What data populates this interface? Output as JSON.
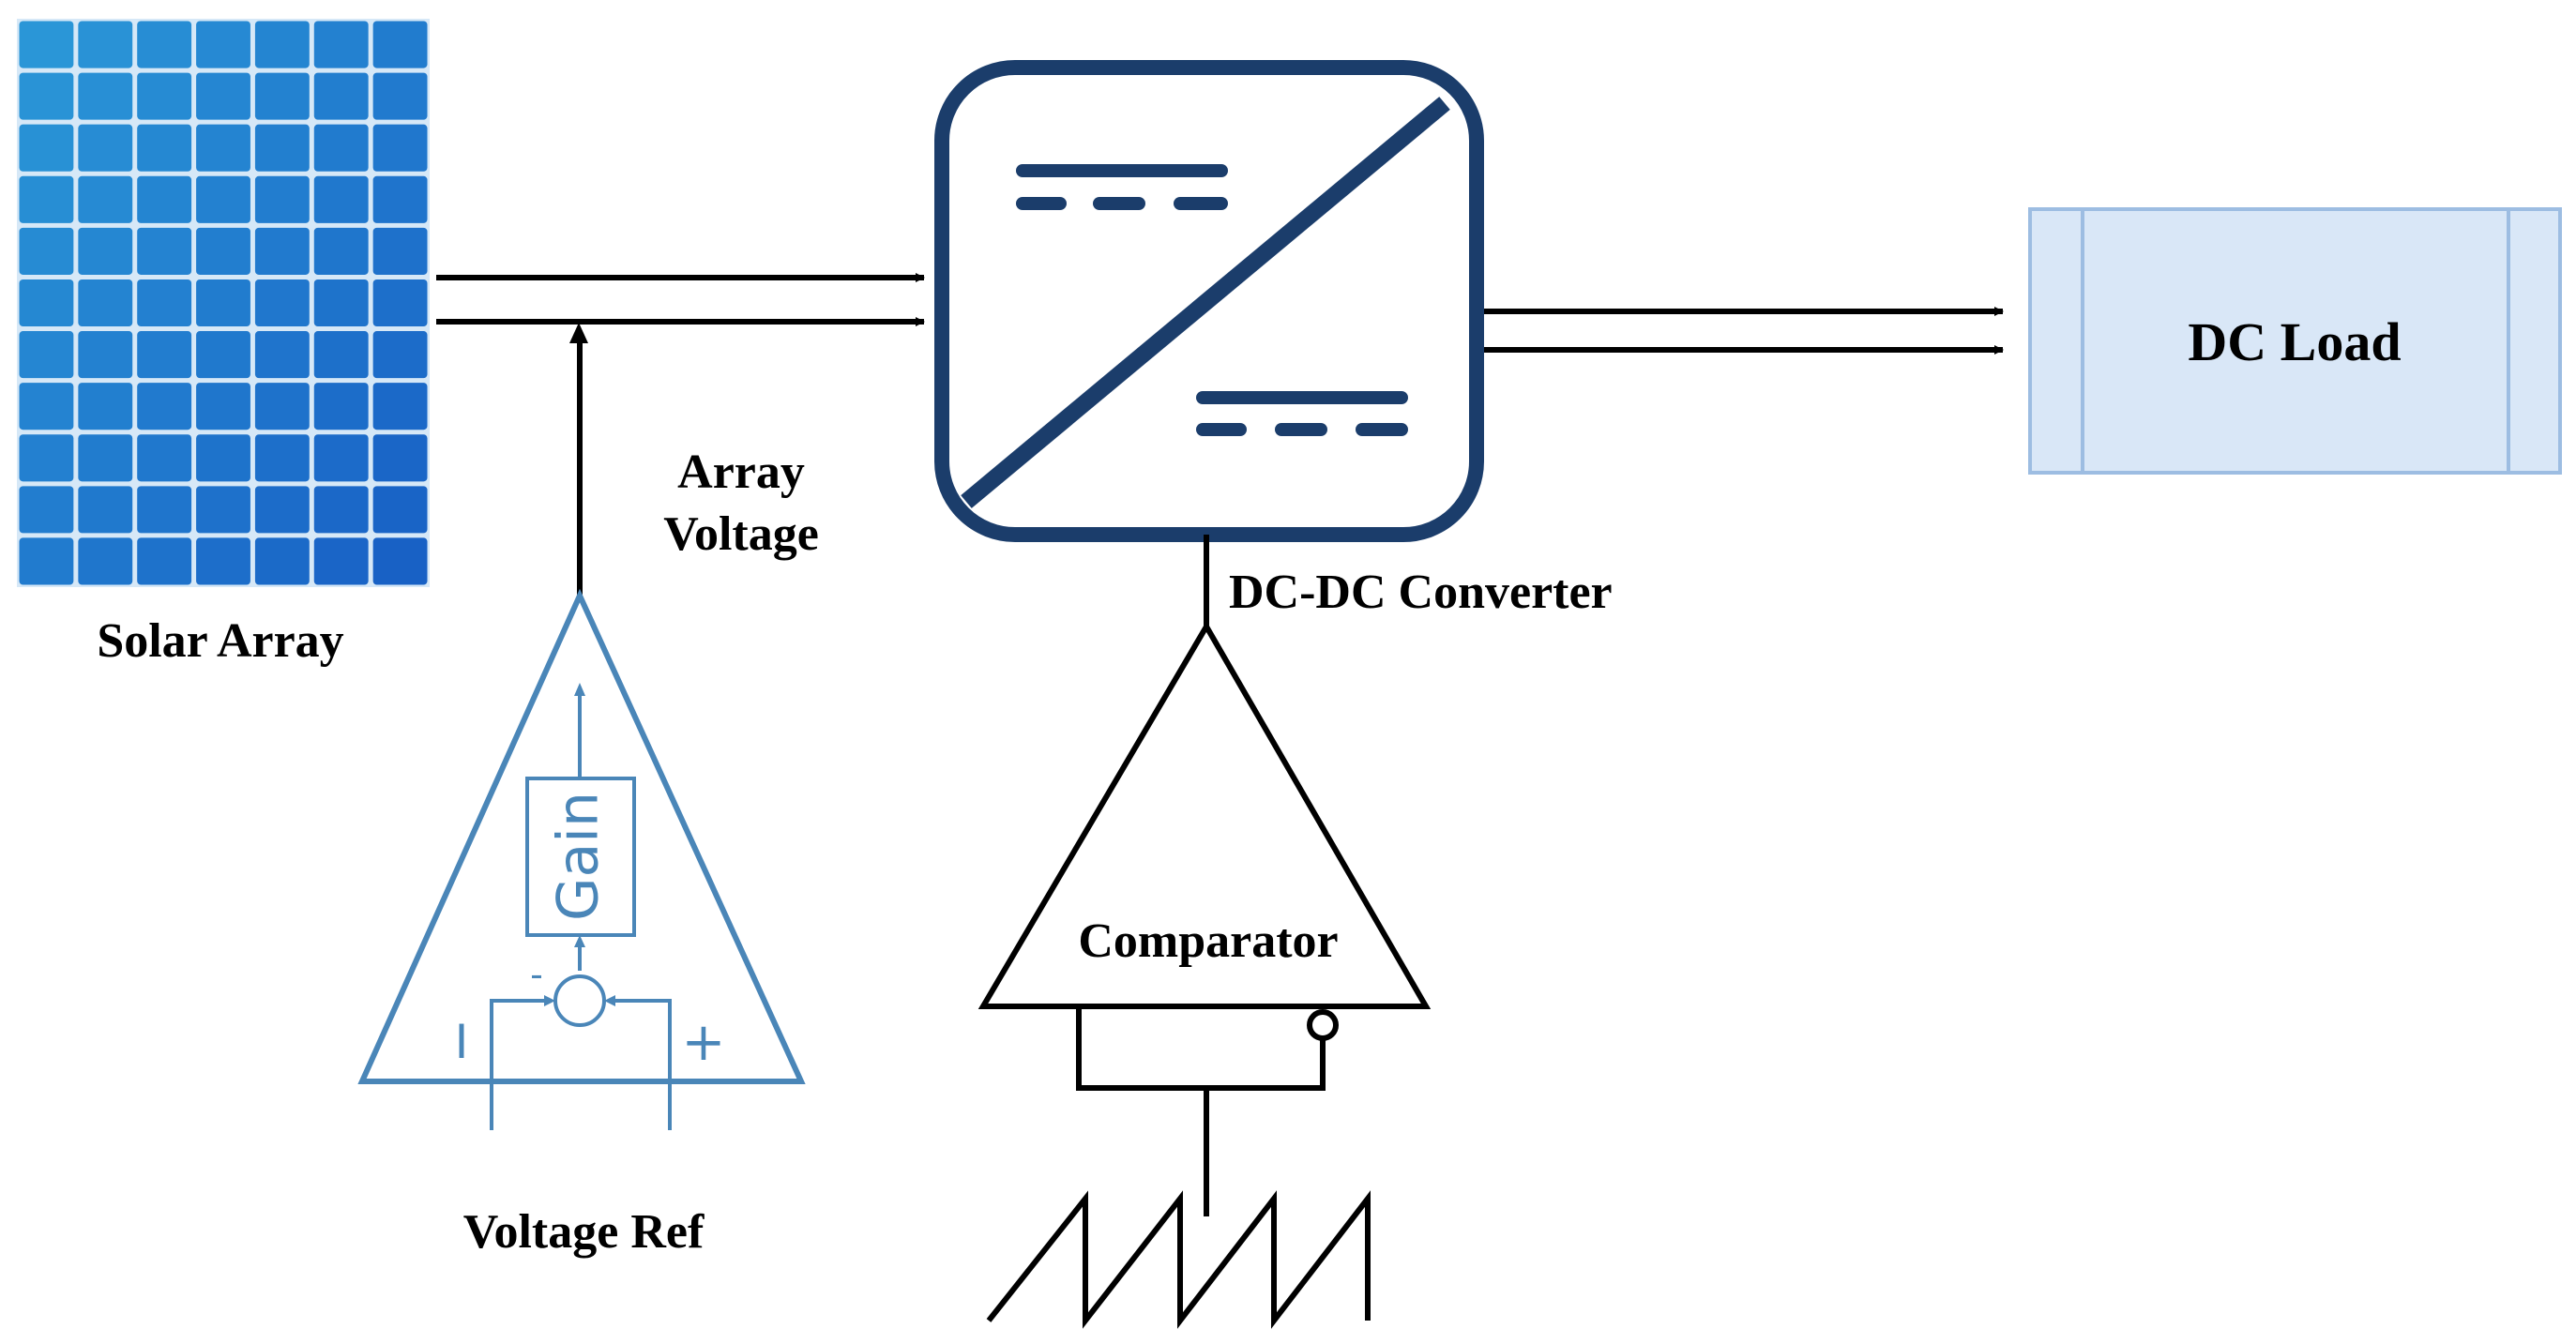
{
  "labels": {
    "solar_array": "Solar Array",
    "array_voltage_line1": "Array",
    "array_voltage_line2": "Voltage",
    "converter": "DC-DC Converter",
    "load": "DC Load",
    "comparator": "Comparator",
    "voltage_ref": "Voltage Ref",
    "gain": "Gain",
    "pi_minus": "-",
    "pi_input_i": "I",
    "pi_input_plus": "+"
  },
  "colors": {
    "panel": "#1a73cc",
    "panel_grid": "#d6e8f7",
    "converter_border": "#1b3d6b",
    "load_fill": "#d9e7f7",
    "load_border": "#9dbde2",
    "controller": "#4a86b8",
    "wire": "#000000"
  },
  "icons": {
    "solar_panel": "solar-panel-icon",
    "converter_symbol": "dc-dc-converter-icon",
    "sawtooth": "sawtooth-wave-icon"
  }
}
